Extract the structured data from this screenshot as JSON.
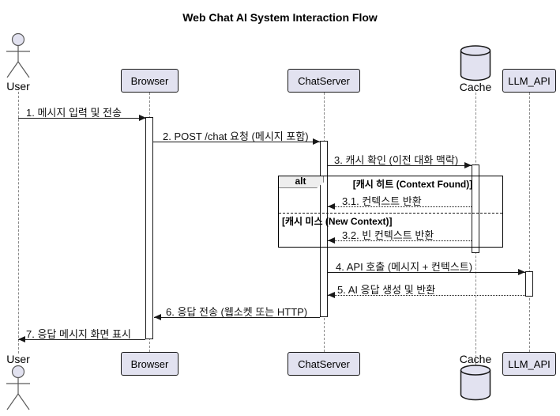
{
  "title": "Web Chat AI System Interaction Flow",
  "participants": {
    "user": "User",
    "browser": "Browser",
    "chatserver": "ChatServer",
    "cache": "Cache",
    "llm": "LLM_API"
  },
  "messages": [
    {
      "label": "1. 메시지 입력 및 전송",
      "style": "solid",
      "direction": "right"
    },
    {
      "label": "2. POST /chat 요청 (메시지 포함)",
      "style": "solid",
      "direction": "right"
    },
    {
      "label": "3. 캐시 확인 (이전 대화 맥락)",
      "style": "solid",
      "direction": "right"
    },
    {
      "label": "3.1. 컨텍스트 반환",
      "style": "dotted",
      "direction": "left"
    },
    {
      "label": "3.2. 빈 컨텍스트 반환",
      "style": "dotted",
      "direction": "left"
    },
    {
      "label": "4. API 호출 (메시지 + 컨텍스트)",
      "style": "solid",
      "direction": "right"
    },
    {
      "label": "5. AI 응답 생성 및 반환",
      "style": "dotted",
      "direction": "left"
    },
    {
      "label": "6. 응답 전송 (웹소켓 또는 HTTP)",
      "style": "solid",
      "direction": "left"
    },
    {
      "label": "7. 응답 메시지 화면 표시",
      "style": "solid",
      "direction": "left"
    }
  ],
  "alt": {
    "operator": "alt",
    "condition_found": "[캐시 히트 (Context Found)]",
    "condition_miss": "[캐시 미스 (New Context)]"
  },
  "colors": {
    "participant_fill": "#E2E2F0",
    "border": "#181818",
    "lifeline": "#8a8a8a",
    "alt_label_fill": "#EEEEEE",
    "background": "#FFFFFF"
  }
}
